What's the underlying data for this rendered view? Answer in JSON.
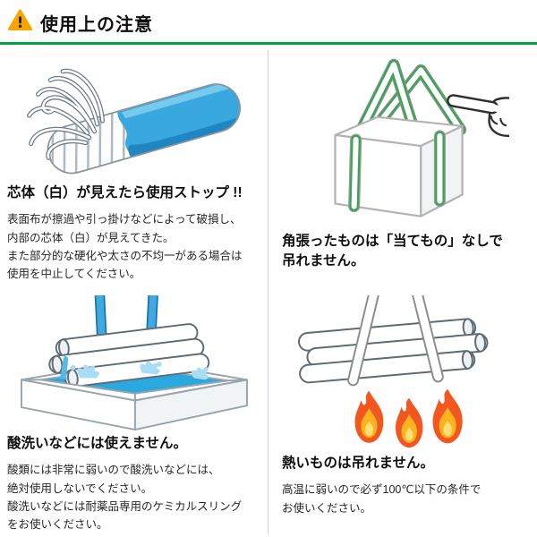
{
  "header": {
    "title": "使用上の注意"
  },
  "icons": {
    "warning_icon": "warning-triangle",
    "pointing_hand_icon": "hand-pointing-left",
    "flame_icon": "flame"
  },
  "colors": {
    "accent_green": "#00a33e",
    "belt_green": "#3aa655",
    "sling_blue": "#38a8df",
    "sling_blue_dark": "#1f86c2",
    "liquid_blue": "#2aa9e0",
    "flame_orange": "#f2571f",
    "flame_yellow": "#fdb321",
    "warning_yellow": "#f7a600"
  },
  "sections": {
    "core_exposed": {
      "illustration": "damaged-sling-with-exposed-white-core",
      "heading": "芯体（白）が見えたら使用ストップ !!",
      "body": "表面布が擦過や引っ掛けなどによって破損し、\n内部の芯体（白）が見えてきた。\nまた部分的な硬化や太さの不均一がある場合は\n使用を中止してください。"
    },
    "angular_load": {
      "illustration": "angular-box-lifted-by-slings-with-pointing-hand",
      "heading": "角張ったものは「当てもの」なしで\n吊れません。"
    },
    "acid_wash": {
      "illustration": "logs-dipped-in-acid-bath",
      "heading": "酸洗いなどには使えません。",
      "body": "酸類には非常に弱いので酸洗いなどには、\n絶対使用しないでください。\n酸洗いなどには耐薬品専用のケミカルスリング\nをお使いください。"
    },
    "hot_load": {
      "illustration": "logs-hanging-over-flames",
      "heading": "熱いものは吊れません。",
      "body": "高温に弱いので必ず100℃以下の条件で\nお使いください。"
    }
  }
}
